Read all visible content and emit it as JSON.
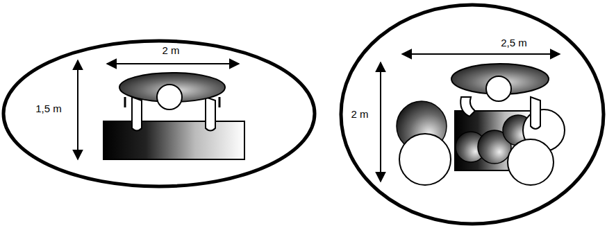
{
  "diagram": {
    "nodes": [
      {
        "text": [
          "2 m",
          "1,5 m"
        ]
      },
      {
        "text": [
          "2,5 m",
          "2 m"
        ]
      }
    ]
  }
}
